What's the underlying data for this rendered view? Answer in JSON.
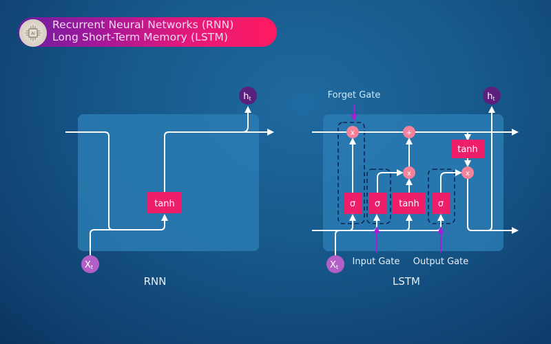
{
  "header": {
    "title_line_1": "Recurrent Neural Networks (RNN)",
    "title_line_2": "Long Short-Term Memory (LSTM)",
    "logo_icon": "ai-chip-icon",
    "logo_text": "AI"
  },
  "colors": {
    "box_fill": "#2a7bb3",
    "gate_box": "#ee1e6a",
    "op_circle": "#f3829a",
    "input_node": "#b45fc8",
    "output_node": "#5b1f7e",
    "gate_pointer": "#a020d8",
    "dashed_outline": "#0c2550",
    "line": "#ffffff"
  },
  "rnn": {
    "caption": "RNN",
    "activation": "tanh",
    "input_label": "X",
    "input_sub": "t",
    "output_label": "h",
    "output_sub": "t"
  },
  "lstm": {
    "caption": "LSTM",
    "forget_gate_label": "Forget Gate",
    "input_gate_label": "Input Gate",
    "output_gate_label": "Output Gate",
    "sigma": "σ",
    "tanh": "tanh",
    "multiply": "x",
    "add": "+",
    "input_label": "X",
    "input_sub": "t",
    "output_label": "h",
    "output_sub": "t"
  }
}
